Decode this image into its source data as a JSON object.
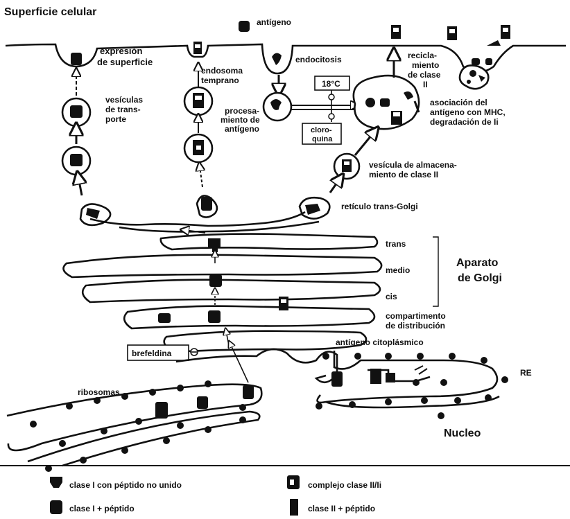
{
  "title": "Superficie celular",
  "labels": {
    "antigeno": "antígeno",
    "expresion": [
      "expresión",
      "de superficie"
    ],
    "endosoma": [
      "endosoma",
      "temprano"
    ],
    "endocitosis": "endocitosis",
    "reciclamiento": [
      "recicla-",
      "miento",
      "de clase",
      "II"
    ],
    "vesiculas_transporte": [
      "vesículas",
      "de trans-",
      "porte"
    ],
    "temperatura": "18°C",
    "procesamiento": [
      "procesa-",
      "miento de",
      "antígeno"
    ],
    "cloroquina": [
      "cloro-",
      "quina"
    ],
    "asociacion": [
      "asociación del",
      "antígeno con MHC,",
      "degradación de Ii"
    ],
    "vesicula_almacenamiento": [
      "vesícula de almacena-",
      "miento de clase II"
    ],
    "reticulo": "retículo trans-Golgi",
    "trans": "trans",
    "medio": "medio",
    "cis": "cis",
    "aparato": [
      "Aparato",
      "de Golgi"
    ],
    "compartimento": [
      "compartimento",
      "de distribución"
    ],
    "antigeno_citoplasmico": "antígeno citoplásmico",
    "brefeldina": "brefeldina",
    "re": "RE",
    "ribosomas": "ribosomas",
    "nucleo": "Nucleo"
  },
  "legend": [
    {
      "icon": "class-i-unbound-icon",
      "text": "clase I con péptido no unido"
    },
    {
      "icon": "class-ii-ii-complex-icon",
      "text": "complejo clase II/Ii"
    },
    {
      "icon": "class-i-peptide-icon",
      "text": "clase I + péptido"
    },
    {
      "icon": "class-ii-peptide-icon",
      "text": "clase II + péptido"
    }
  ]
}
